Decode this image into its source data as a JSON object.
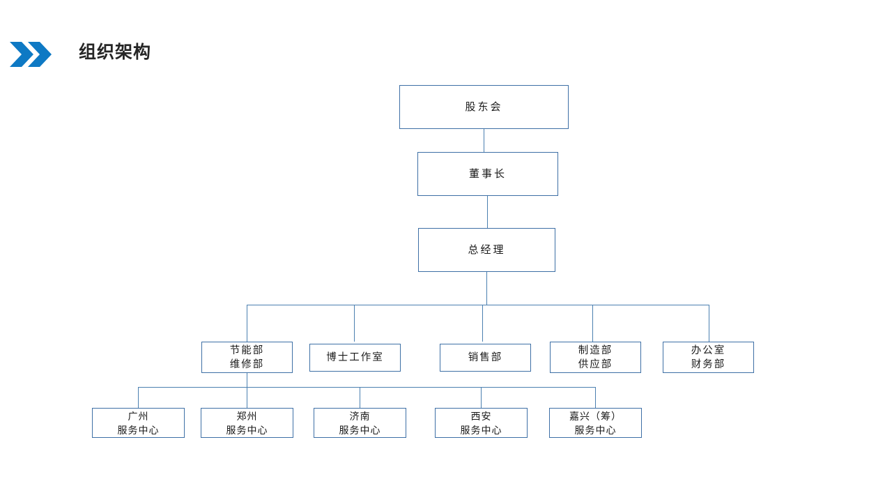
{
  "header": {
    "title": "组织架构",
    "icon": "double-chevron-right-icon",
    "accent_color": "#0e79c4",
    "title_color": "#262626"
  },
  "theme": {
    "box_border_color": "#3d6fa5",
    "connector_color": "#4a7fb0",
    "box_fill": "#ffffff",
    "page_background": "#ffffff"
  },
  "chart_data": {
    "type": "diagram",
    "diagram_kind": "org-chart",
    "title": "组织架构",
    "levels": [
      {
        "level": 1,
        "nodes": [
          {
            "id": "shareholders",
            "label": "股东会"
          }
        ]
      },
      {
        "level": 2,
        "nodes": [
          {
            "id": "chairman",
            "label": "董事长"
          }
        ]
      },
      {
        "level": 3,
        "nodes": [
          {
            "id": "general-manager",
            "label": "总经理"
          }
        ]
      },
      {
        "level": 4,
        "nodes": [
          {
            "id": "dept-energy-maintenance",
            "label": "节能部\n维修部"
          },
          {
            "id": "dept-doctoral-studio",
            "label": "博士工作室"
          },
          {
            "id": "dept-sales",
            "label": "销售部"
          },
          {
            "id": "dept-manufacturing-supply",
            "label": "制造部\n供应部"
          },
          {
            "id": "dept-office-finance",
            "label": "办公室\n财务部"
          }
        ]
      },
      {
        "level": 5,
        "nodes": [
          {
            "id": "sc-guangzhou",
            "label": "广州\n服务中心"
          },
          {
            "id": "sc-zhengzhou",
            "label": "郑州\n服务中心"
          },
          {
            "id": "sc-jinan",
            "label": "济南\n服务中心"
          },
          {
            "id": "sc-xian",
            "label": "西安\n服务中心"
          },
          {
            "id": "sc-jiaxing",
            "label": "嘉兴（筹）\n服务中心"
          }
        ]
      }
    ],
    "edges": [
      {
        "from": "shareholders",
        "to": "chairman"
      },
      {
        "from": "chairman",
        "to": "general-manager"
      },
      {
        "from": "general-manager",
        "to": "dept-energy-maintenance"
      },
      {
        "from": "general-manager",
        "to": "dept-doctoral-studio"
      },
      {
        "from": "general-manager",
        "to": "dept-sales"
      },
      {
        "from": "general-manager",
        "to": "dept-manufacturing-supply"
      },
      {
        "from": "general-manager",
        "to": "dept-office-finance"
      },
      {
        "from": "dept-energy-maintenance",
        "to": "sc-guangzhou"
      },
      {
        "from": "dept-energy-maintenance",
        "to": "sc-zhengzhou"
      },
      {
        "from": "dept-energy-maintenance",
        "to": "sc-jinan"
      },
      {
        "from": "dept-energy-maintenance",
        "to": "sc-xian"
      },
      {
        "from": "dept-energy-maintenance",
        "to": "sc-jiaxing"
      }
    ]
  }
}
